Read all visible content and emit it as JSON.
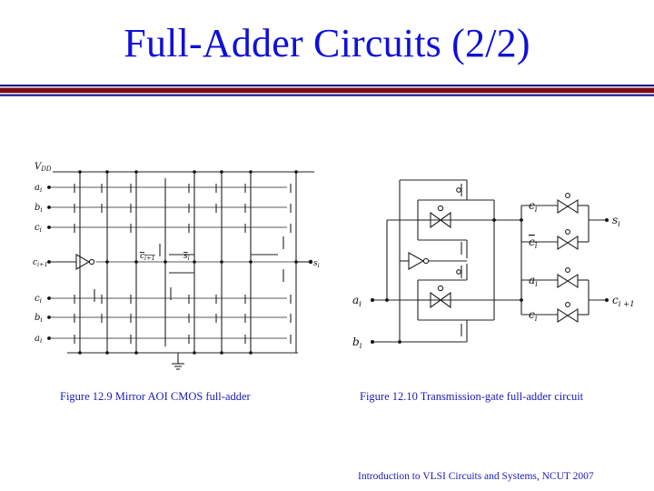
{
  "slide": {
    "title": "Full-Adder Circuits (2/2)",
    "footer": "Introduction to VLSI Circuits and Systems, NCUT  2007"
  },
  "figure_left": {
    "caption": "Figure 12.9 Mirror AOI CMOS full-adder",
    "labels": {
      "vdd": "V",
      "vdd_sub": "DD",
      "a_top": "a",
      "a_top_sub": "i",
      "b_top": "b",
      "b_top_sub": "i",
      "c_top": "c",
      "c_top_sub": "i",
      "cin": "c",
      "cin_sub": "i+1",
      "cbar": "c",
      "cbar_sub": "i+1",
      "sbar": "s",
      "sbar_sub": "i",
      "s_out": "s",
      "s_out_sub": "i",
      "c_bot": "c",
      "c_bot_sub": "i",
      "b_bot": "b",
      "b_bot_sub": "i",
      "a_bot": "a",
      "a_bot_sub": "i"
    }
  },
  "figure_right": {
    "caption": "Figure 12.10 Transmission-gate full-adder circuit",
    "labels": {
      "a_in": "a",
      "a_in_sub": "i",
      "b_in": "b",
      "b_in_sub": "i",
      "c1": "c",
      "c1_sub": "i",
      "cbar": "c",
      "cbar_sub": "i",
      "s_out": "s",
      "s_out_sub": "i",
      "a2": "a",
      "a2_sub": "i",
      "c_out": "c",
      "c_out_sub": "i +1",
      "c2": "c",
      "c2_sub": "i"
    }
  },
  "colors": {
    "title": "#1010d8",
    "caption": "#1a1ab8",
    "rule_thick": "#7a0c14",
    "rule_thin": "#1a1a8c"
  }
}
